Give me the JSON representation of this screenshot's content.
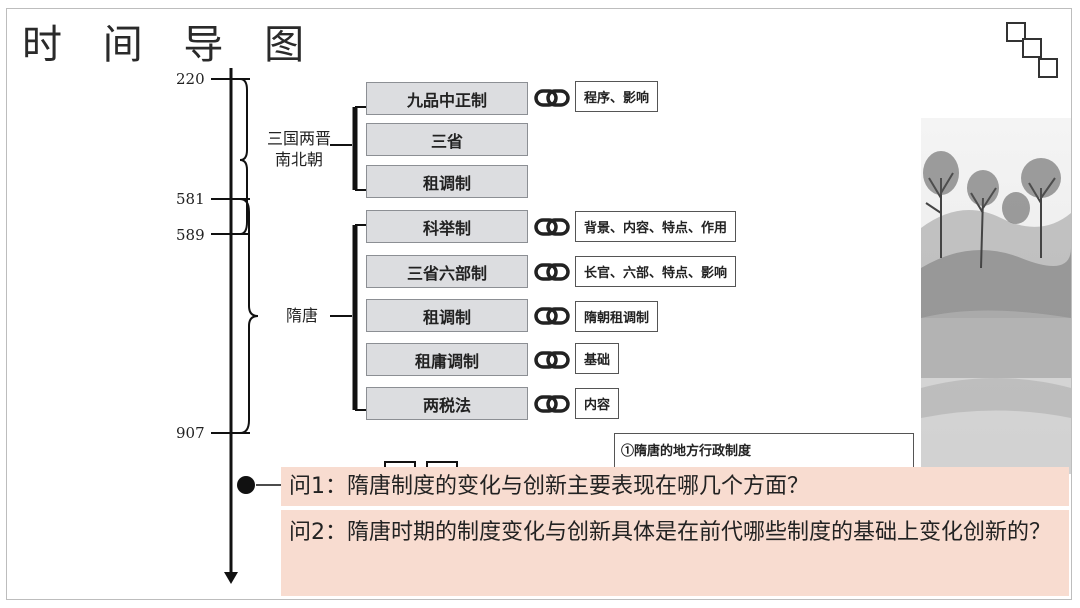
{
  "title": "时 间 导 图",
  "timeline": {
    "years": [
      "220",
      "581",
      "589",
      "907"
    ]
  },
  "periods": {
    "period1": "三国两晋\n南北朝",
    "period2": "隋唐"
  },
  "groups": {
    "group1": [
      {
        "label": "九品中正制",
        "note": "程序、影响"
      },
      {
        "label": "三省",
        "note": ""
      },
      {
        "label": "租调制",
        "note": ""
      }
    ],
    "group2": [
      {
        "label": "科举制",
        "note": "背景、内容、特点、作用"
      },
      {
        "label": "三省六部制",
        "note": "长官、六部、特点、影响"
      },
      {
        "label": "租调制",
        "note": "隋朝租调制"
      },
      {
        "label": "租庸调制",
        "note": "基础"
      },
      {
        "label": "两税法",
        "note": "内容"
      }
    ]
  },
  "partial_note": "①隋唐的地方行政制度",
  "questions": {
    "q1": "问1：隋唐制度的变化与创新主要表现在哪几个方面？",
    "q2": "问2：隋唐时期的制度变化与创新具体是在前代哪些制度的基础上变化创新的？"
  },
  "colors": {
    "question_bg": "#f8dcd0",
    "box_bg": "#dcdde0"
  }
}
